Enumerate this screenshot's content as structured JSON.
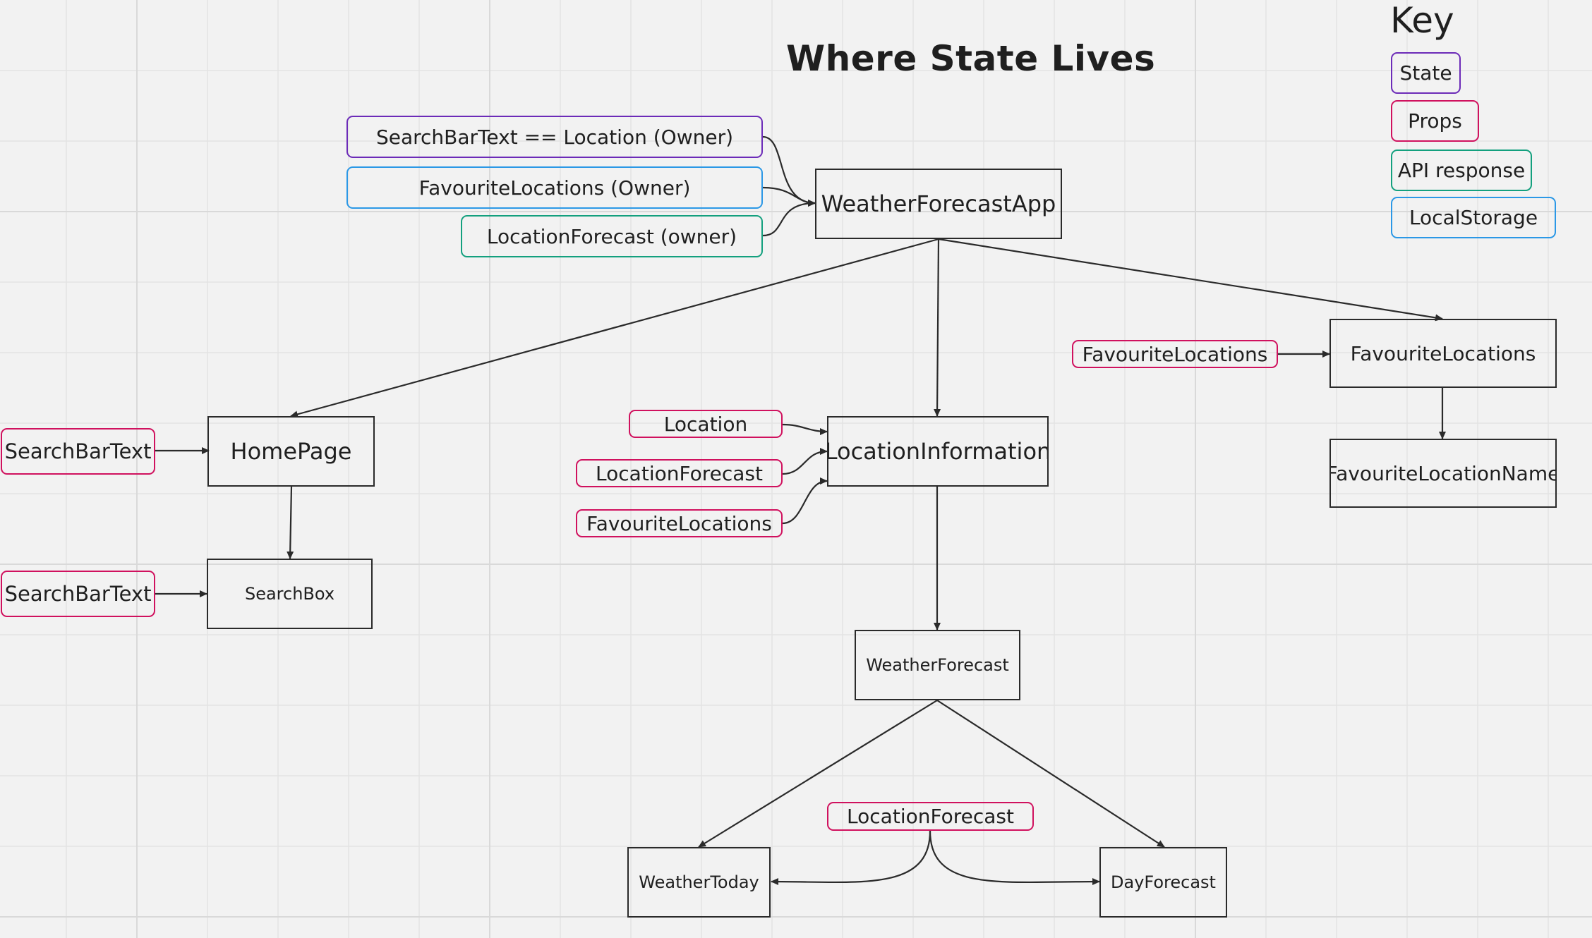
{
  "title": "Where State Lives",
  "key": {
    "heading": "Key",
    "items": [
      {
        "label": "State",
        "color": "#6c2bb8"
      },
      {
        "label": "Props",
        "color": "#d0115e"
      },
      {
        "label": "API response",
        "color": "#13a07e"
      },
      {
        "label": "LocalStorage",
        "color": "#2b98e6"
      }
    ]
  },
  "components": {
    "app": "WeatherForecastApp",
    "home_page": "HomePage",
    "search_box": "SearchBox",
    "location_information": "LocationInformation",
    "weather_forecast": "WeatherForecast",
    "weather_today": "WeatherToday",
    "day_forecast": "DayForecast",
    "favourite_locations": "FavouriteLocations",
    "favourite_location_name": "FavouriteLocationName"
  },
  "annotations": {
    "app_state_1": "SearchBarText == Location (Owner)",
    "app_state_2": "FavouriteLocations (Owner)",
    "app_state_3": "LocationForecast (owner)",
    "home_props": "SearchBarText",
    "search_box_props": "SearchBarText",
    "location_info_props_1": "Location",
    "location_info_props_2": "LocationForecast",
    "location_info_props_3": "FavouriteLocations",
    "favourites_props": "FavouriteLocations",
    "forecast_props": "LocationForecast"
  },
  "colors": {
    "state": "#6c2bb8",
    "props": "#d0115e",
    "api_response": "#13a07e",
    "local_storage": "#2b98e6",
    "line": "#2a2a2a",
    "background": "#f2f2f2"
  }
}
